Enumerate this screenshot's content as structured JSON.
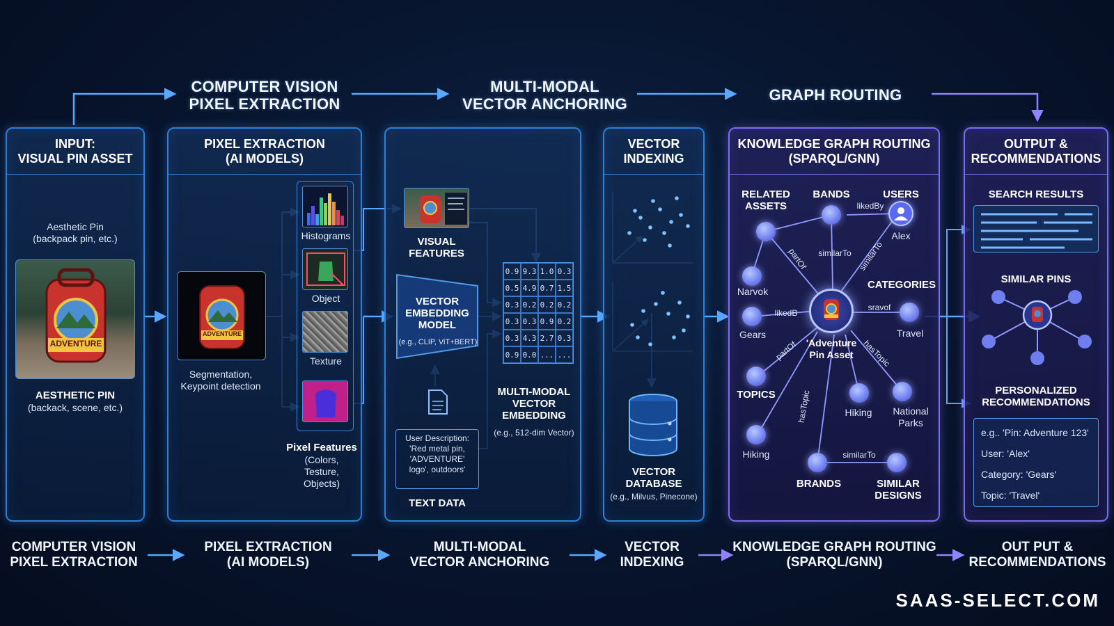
{
  "top_flow": {
    "stage1": "COMPUTER VISION\nPIXEL EXTRACTION",
    "stage2": "MULTI-MODAL\nVECTOR ANCHORING",
    "stage3": "GRAPH ROUTING"
  },
  "panels": {
    "input": {
      "title": "INPUT:\nVISUAL PIN ASSET",
      "subtitle": "Aesthetic Pin\n(backpack pin, etc.)",
      "image_text": "ADVENTURE",
      "caption_bold": "AESTHETIC PIN",
      "caption": "(backack, scene, etc.)"
    },
    "pixel": {
      "title": "PIXEL EXTRACTION\n(AI MODELS)",
      "image_text": "ADVENTURE",
      "segmentation": "Segmentation,\nKeypoint detection",
      "histograms": "Histograms",
      "object": "Object",
      "texture": "Texture",
      "features_bold": "Pixel Features",
      "features": "(Colors,\nTesture,\nObjects)"
    },
    "anchoring": {
      "visual_features": "VISUAL\nFEATURES",
      "model_title": "VECTOR\nEMBEDDING\nMODEL",
      "model_sub": "(e.g., CLIP, ViT+BERT)",
      "text_desc": "User Description:\n'Red metal pin,\n'ADVENTURE'\nlogo', outdoors'",
      "text_data": "TEXT DATA",
      "embedding_title": "MULTI-MODAL\nVECTOR\nEMBEDDING",
      "embedding_sub": "(e.g., 512-dim Vector)",
      "matrix": [
        "0.9",
        "9.3",
        "1.0",
        "0.3",
        "0.5",
        "4.9",
        "0.7",
        "1.5",
        "0.3",
        "0.2",
        "0.2",
        "0.2",
        "0.3",
        "0.3",
        "0.9",
        "0.2",
        "0.3",
        "4.3",
        "2.7",
        "0.3",
        "0.9",
        "0.0",
        "...",
        "..."
      ]
    },
    "indexing": {
      "title": "VECTOR\nINDEXING",
      "db_title": "VECTOR\nDATABASE",
      "db_sub": "(e.g., Milvus, Pinecone)"
    },
    "graph": {
      "title": "KNOWLEDGE GRAPH ROUTING\n(SPARQL/GNN)",
      "related_assets": "RELATED\nASSETS",
      "bands": "BANDS",
      "users": "USERS",
      "alex": "Alex",
      "narvok": "Narvok",
      "categories": "CATEGORIES",
      "gears": "Gears",
      "travel": "Travel",
      "center": "'Adventure\nPin Asset",
      "topics": "TOPICS",
      "hiking_left": "Hiking",
      "hiking_mid": "Hiking",
      "national_parks": "National\nParks",
      "brands": "BRANDS",
      "similar_designs": "SIMILAR\nDESIGNS",
      "edge_likedby": "likedBy",
      "edge_partof1": "partOf",
      "edge_similarto1": "similarTo",
      "edge_similarto2": "similarTo",
      "edge_likedb": "likedB",
      "edge_sravof": "sravof",
      "edge_partof2": "partOf",
      "edge_hastopic1": "hasTopic",
      "edge_hastopic2": "hasTopic",
      "edge_similarto3": "similarTo"
    },
    "output": {
      "title": "OUTPUT &\nRECOMMENDATIONS",
      "search_results": "SEARCH RESULTS",
      "similar_pins": "SIMILAR PINS",
      "personalized": "PERSONALIZED\nRECOMMENDATIONS",
      "rec1": "e.g.. 'Pin: Adventure 123'",
      "rec2": "User: 'Alex'",
      "rec3": "Category: 'Gears'",
      "rec4": "Topic: 'Travel'"
    }
  },
  "bottom_flow": {
    "s1": "COMPUTER VISION\nPIXEL EXTRACTION",
    "s2": "PIXEL EXTRACTION\n(AI MODELS)",
    "s3": "MULTI-MODAL\nVECTOR ANCHORING",
    "s4": "VECTOR\nINDEXING",
    "s5": "KNOWLEDGE GRAPH ROUTING\n(SPARQL/GNN)",
    "s6": "OUT PUT &\nRECOMMENDATIONS"
  },
  "watermark": "SAAS-SELECT.COM",
  "colors": {
    "accent_blue": "#2f7fd6",
    "accent_purple": "#7c6cf0",
    "arrow": "#5aa8ff"
  }
}
